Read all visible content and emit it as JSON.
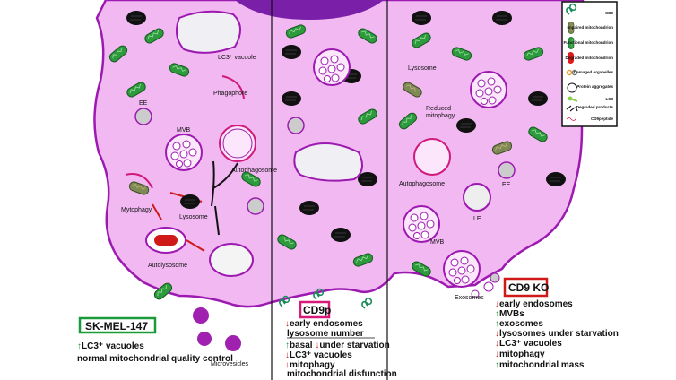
{
  "legend": {
    "items": [
      {
        "icon": "cd9-icon",
        "label": "CD9"
      },
      {
        "icon": "impaired-mitochondrion-icon",
        "label": "Impaired mitochondrion"
      },
      {
        "icon": "functional-mitochondrion-icon",
        "label": "Functional mitochondrion"
      },
      {
        "icon": "degraded-mitochondrion-icon",
        "label": "Degraded mitochondrion"
      },
      {
        "icon": "damaged-organelles-icon",
        "label": "Damaged organelles"
      },
      {
        "icon": "protein-aggregates-icon",
        "label": "Protein aggregates"
      },
      {
        "icon": "lc3-icon",
        "label": "LC3"
      },
      {
        "icon": "degraded-products-icon",
        "label": "Degraded products"
      },
      {
        "icon": "cd9peptide-icon",
        "label": "CD9peptide"
      }
    ]
  },
  "colors": {
    "cytoplasm": "#f2b8f2",
    "membrane": "#9c1ab0",
    "nucleus": "#7a1fa8",
    "up": "#1a9a3a",
    "down": "#d01a1a",
    "sk_box": "#1a9a3a",
    "cd9p_box": "#d81b7a",
    "ko_box": "#d01a1a"
  },
  "left_panel": {
    "labels": {
      "lc3_vacuole": "LC3⁺ vacuole",
      "ee": "EE",
      "mvb": "MVB",
      "phagophore": "Phagophore",
      "autophagosome": "Autophagosome",
      "mytophagy": "Mytophagy",
      "lysosome": "Lysosome",
      "autolysosome": "Autolysosome",
      "microvesicles": "Microvesicles"
    },
    "box_title": "SK-MEL-147",
    "notes": [
      {
        "arrow": "up",
        "text": "LC3⁺ vacuoles"
      },
      {
        "arrow": "",
        "text": "normal mitochondrial quality control"
      }
    ]
  },
  "middle_panel": {
    "box_title": "CD9p",
    "notes": [
      {
        "arrow": "down",
        "text": "early endosomes"
      },
      {
        "arrow": "",
        "text": "lysosome number"
      },
      {
        "arrow": "up",
        "text": "basal"
      },
      {
        "arrow": "down",
        "text": "under starvation"
      },
      {
        "arrow": "down",
        "text": "LC3⁺ vacuoles"
      },
      {
        "arrow": "down",
        "text": "mitophagy"
      },
      {
        "arrow": "",
        "text": "mitochondrial disfunction"
      }
    ]
  },
  "right_panel": {
    "labels": {
      "lysosome": "Lysosome",
      "reduced_mitophagy_1": "Reduced",
      "reduced_mitophagy_2": "mitophagy",
      "autophagosome": "Autophagosome",
      "ee": "EE",
      "le": "LE",
      "mvb": "MVB",
      "exosomes": "Exosomes"
    },
    "box_title": "CD9 KO",
    "notes": [
      {
        "arrow": "down",
        "text": "early endosomes"
      },
      {
        "arrow": "up",
        "text": "MVBs"
      },
      {
        "arrow": "up",
        "text": "exosomes"
      },
      {
        "arrow": "down",
        "text": "lysosomes under starvation"
      },
      {
        "arrow": "down",
        "text": "LC3⁺ vacuoles"
      },
      {
        "arrow": "down",
        "text": "mitophagy"
      },
      {
        "arrow": "up",
        "text": "mitochondrial mass"
      }
    ]
  },
  "arrows": {
    "up": "🡑",
    "down": "🡓"
  }
}
